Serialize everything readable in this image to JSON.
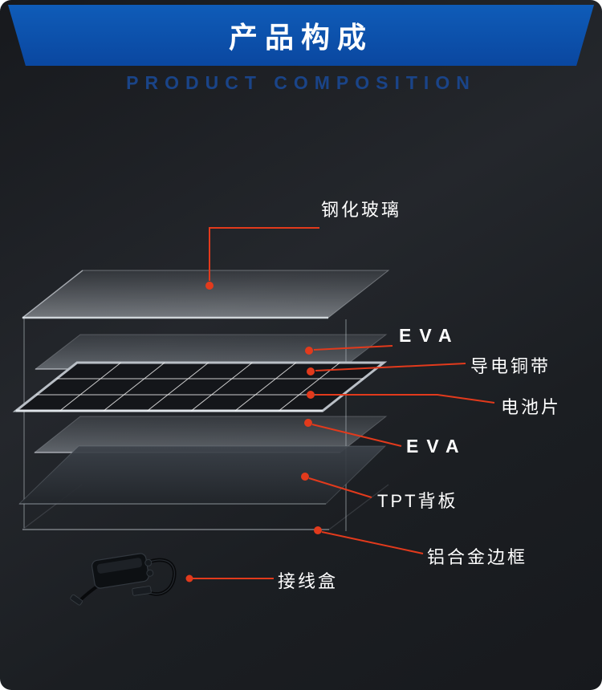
{
  "header": {
    "title": "产品构成",
    "subtitle": "PRODUCT COMPOSITION"
  },
  "diagram": {
    "callouts": [
      {
        "id": "tempered-glass",
        "label": "钢化玻璃"
      },
      {
        "id": "eva-top",
        "label": "EVA"
      },
      {
        "id": "copper-ribbon",
        "label": "导电铜带"
      },
      {
        "id": "solar-cell",
        "label": "电池片"
      },
      {
        "id": "eva-bottom",
        "label": "EVA"
      },
      {
        "id": "tpt-backsheet",
        "label": "TPT背板"
      },
      {
        "id": "aluminum-frame",
        "label": "铝合金边框"
      },
      {
        "id": "junction-box",
        "label": "接线盒"
      }
    ]
  },
  "colors": {
    "red": "#e23a1c",
    "banner_top": "#0f5cb8",
    "banner_bottom": "#0a47a0",
    "subtitle_text": "#1a4488",
    "label_text": "#ffffff",
    "bg_dark": "#17191d"
  }
}
